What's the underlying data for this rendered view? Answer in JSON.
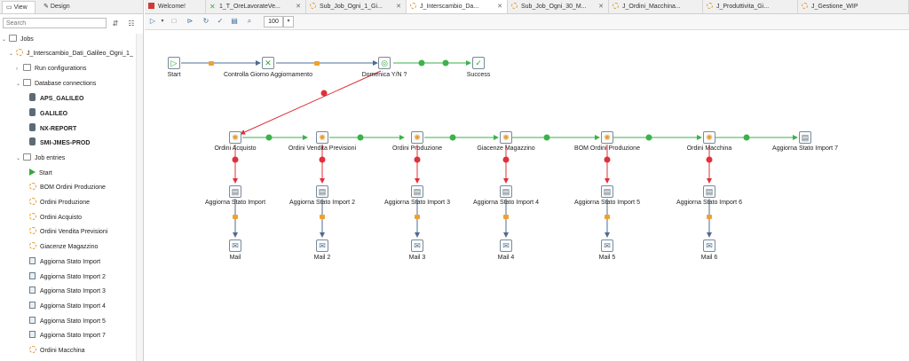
{
  "left_panel": {
    "tabs": [
      "View",
      "Design"
    ],
    "search_placeholder": "Search",
    "tree": {
      "jobs": "Jobs",
      "job_name": "J_Interscambio_Dati_Galileo_Ogni_1_",
      "run_configurations": "Run configurations",
      "database_connections": "Database connections",
      "connections": [
        "APS_GALILEO",
        "GALILEO",
        "NX-REPORT",
        "SMI-JMES-PROD"
      ],
      "job_entries": "Job entries",
      "entries": [
        {
          "label": "Start",
          "icon": "start-icon"
        },
        {
          "label": "BOM Ordini Produzione",
          "icon": "job-icon"
        },
        {
          "label": "Ordini Produzione",
          "icon": "job-icon"
        },
        {
          "label": "Ordini Acquisto",
          "icon": "job-icon"
        },
        {
          "label": "Ordini Vendita Previsioni",
          "icon": "job-icon"
        },
        {
          "label": "Giacenze Magazzino",
          "icon": "job-icon"
        },
        {
          "label": "Aggiorna Stato Import",
          "icon": "script-icon"
        },
        {
          "label": "Aggiorna Stato Import 2",
          "icon": "script-icon"
        },
        {
          "label": "Aggiorna Stato Import 3",
          "icon": "script-icon"
        },
        {
          "label": "Aggiorna Stato Import 4",
          "icon": "script-icon"
        },
        {
          "label": "Aggiorna Stato Import 5",
          "icon": "script-icon"
        },
        {
          "label": "Aggiorna Stato Import 7",
          "icon": "script-icon"
        },
        {
          "label": "Ordini Macchina",
          "icon": "job-icon"
        }
      ]
    }
  },
  "tabs": [
    {
      "label": "Welcome!",
      "icon": "welcome-icon",
      "closable": false
    },
    {
      "label": "1_T_OreLavorateVe...",
      "icon": "transformation-icon",
      "closable": true
    },
    {
      "label": "Sub_Job_Ogni_1_Gi...",
      "icon": "job-icon",
      "closable": true
    },
    {
      "label": "J_Interscambio_Da...",
      "icon": "job-icon",
      "closable": true,
      "active": true
    },
    {
      "label": "Sub_Job_Ogni_30_M...",
      "icon": "job-icon",
      "closable": true
    },
    {
      "label": "J_Ordini_Macchina...",
      "icon": "job-icon",
      "closable": false
    },
    {
      "label": "J_Produttivita_Gi...",
      "icon": "job-icon",
      "closable": false
    },
    {
      "label": "J_Gestione_WIP",
      "icon": "job-icon",
      "closable": false
    }
  ],
  "toolbar": {
    "zoom": "100",
    "buttons": [
      "run-icon",
      "dropdown-icon",
      "stop-icon",
      "preview-icon",
      "replay-icon",
      "check-icon",
      "sql-icon",
      "explore-icon"
    ]
  },
  "canvas": {
    "top_row": {
      "start": "Start",
      "check_day": "Controlla Giorno Aggiornamento",
      "sunday_check": "Domenica Y/N ?",
      "success": "Success"
    },
    "jobs": [
      "Ordini Acquisto",
      "Ordini Vendita Previsioni",
      "Ordini Produzione",
      "Giacenze Magazzino",
      "BOM Ordini Produzione",
      "Ordini Macchina"
    ],
    "final_update": "Aggiorna Stato Import 7",
    "update_steps": [
      "Aggiorna Stato Import",
      "Aggiorna Stato Import 2",
      "Aggiorna Stato Import 3",
      "Aggiorna Stato Import 4",
      "Aggiorna Stato Import 5",
      "Aggiorna Stato Import 6"
    ],
    "mails": [
      "Mail",
      "Mail 2",
      "Mail 3",
      "Mail 4",
      "Mail 5",
      "Mail 6"
    ]
  },
  "colors": {
    "success_hop": "#3bb24a",
    "failure_hop": "#e0303a",
    "unconditional_hop": "#4d6c8f",
    "lock": "#f0a030"
  }
}
